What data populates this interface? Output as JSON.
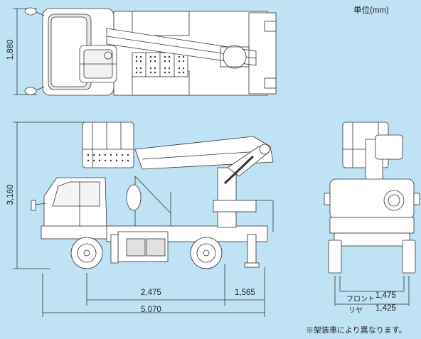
{
  "units_label": "単位(mm)",
  "note": "※架装車により異なります。",
  "dimensions": {
    "top_view_width": "1,880",
    "side_view_height": "3,160",
    "wheelbase": "2,475",
    "rear_overhang": "1,565",
    "overall_length": "5,070",
    "front_tread_label": "フロント",
    "front_tread": "1,475",
    "rear_tread_label": "リヤ",
    "rear_tread": "1,425"
  },
  "colors": {
    "background": "#bfe2f5",
    "line": "#333333",
    "body": "#ffffff"
  }
}
